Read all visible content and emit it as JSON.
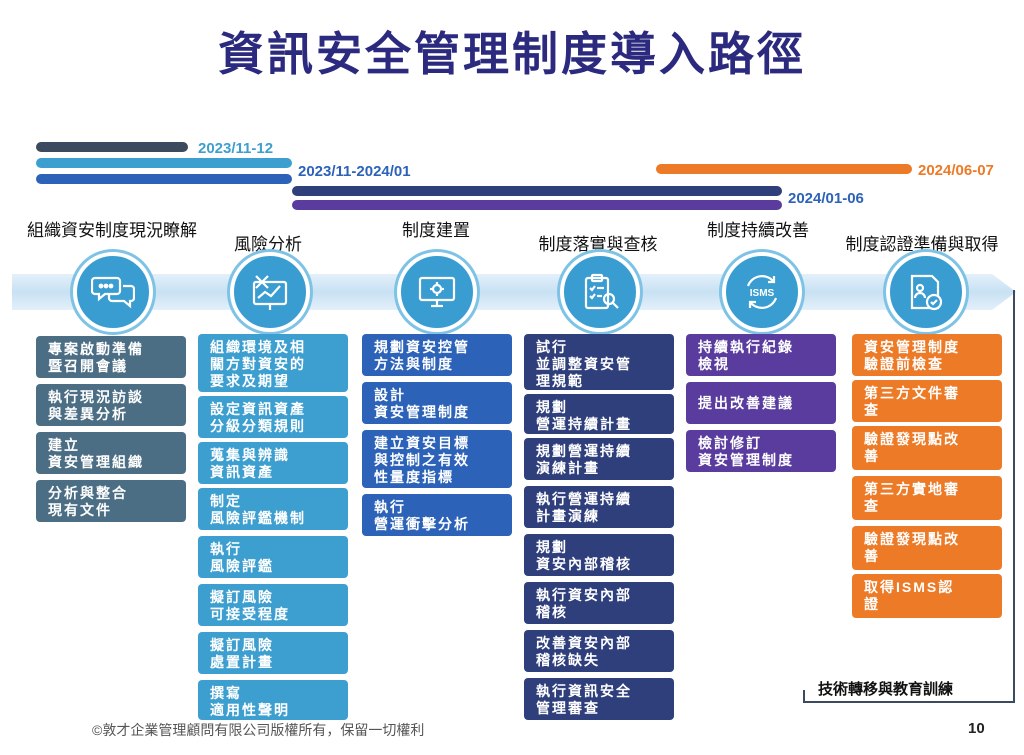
{
  "title": "資訊安全管理制度導入路徑",
  "timeline": {
    "d1": "2023/11-12",
    "d2": "2023/11-2024/01",
    "d3": "2024/06-07",
    "d4": "2024/01-06",
    "colors": {
      "dark": "#3b4a5e",
      "light": "#3d9fd0",
      "blue": "#2c62b8",
      "navy": "#2f3f7c",
      "orange": "#ec7a26",
      "purple": "#5a3c9e"
    }
  },
  "phases": [
    {
      "label": "組織資安制度現況瞭解",
      "icon": "chat-bubbles-icon",
      "items": [
        "專案啟動準備\n暨召開會議",
        "執行現況訪談\n與差異分析",
        "建立\n資安管理組織",
        "分析與整合\n現有文件"
      ]
    },
    {
      "label": "風險分析",
      "icon": "risk-chart-icon",
      "items": [
        "組織環境及相\n關方對資安的\n要求及期望",
        "設定資訊資產\n分級分類規則",
        "蒐集與辨識\n資訊資產",
        "制定\n風險評鑑機制",
        "執行\n風險評鑑",
        "擬訂風險\n可接受程度",
        "擬訂風險\n處置計畫",
        "撰寫\n適用性聲明"
      ]
    },
    {
      "label": "制度建置",
      "icon": "monitor-gear-icon",
      "items": [
        "規劃資安控管\n方法與制度",
        "設計\n資安管理制度",
        "建立資安目標\n與控制之有效\n性量度指標",
        "執行\n營運衝擊分析"
      ]
    },
    {
      "label": "制度落實與查核",
      "icon": "clipboard-search-icon",
      "items": [
        "試行\n並調整資安管\n理規範",
        "規劃\n營運持續計畫",
        "規劃營運持續\n演練計畫",
        "執行營運持續\n計畫演練",
        "規劃\n資安內部稽核",
        "執行資安內部\n稽核",
        "改善資安內部\n稽核缺失",
        "執行資訊安全\n管理審查"
      ]
    },
    {
      "label": "制度持續改善",
      "icon": "isms-cycle-icon",
      "icon_text": "ISMS",
      "items": [
        "持續執行紀錄\n檢視",
        "提出改善建議",
        "檢討修訂\n資安管理制度"
      ]
    },
    {
      "label": "制度認證準備與取得",
      "icon": "certificate-icon",
      "items": [
        "資安管理制度\n驗證前檢查",
        "第三方文件審\n查",
        "驗證發現點改\n善",
        "第三方實地審\n查",
        "驗證發現點改\n善",
        "取得ISMS認\n證"
      ]
    }
  ],
  "training": "技術轉移與教育訓練",
  "copyright": "©敦才企業管理顧問有限公司版權所有，保留一切權利",
  "page_number": "10"
}
